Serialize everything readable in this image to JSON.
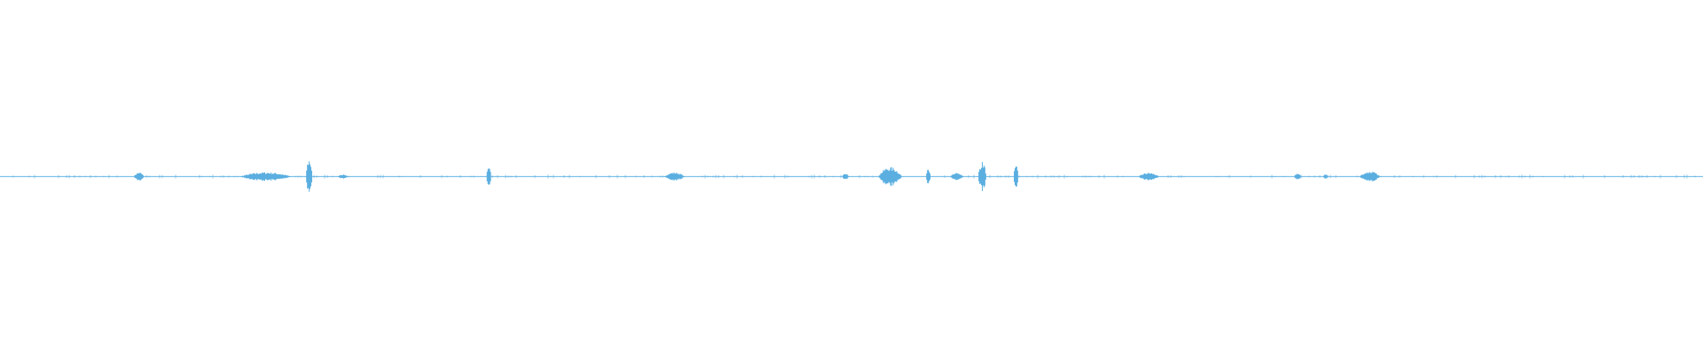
{
  "waveform": {
    "color": "#5aaee0",
    "baseline_color": "#7fc1ea",
    "bursts": [
      {
        "position": 0.1,
        "amplitude": 0.1,
        "duration": 0.006
      },
      {
        "position": 0.191,
        "amplitude": 0.1,
        "duration": 0.03
      },
      {
        "position": 0.2223,
        "amplitude": 0.42,
        "duration": 0.004
      },
      {
        "position": 0.2465,
        "amplitude": 0.05,
        "duration": 0.006
      },
      {
        "position": 0.3515,
        "amplitude": 0.2,
        "duration": 0.003
      },
      {
        "position": 0.485,
        "amplitude": 0.1,
        "duration": 0.012
      },
      {
        "position": 0.608,
        "amplitude": 0.08,
        "duration": 0.004
      },
      {
        "position": 0.7063,
        "amplitude": 0.34,
        "duration": 0.005
      },
      {
        "position": 0.826,
        "amplitude": 0.09,
        "duration": 0.012
      },
      {
        "position": 0.933,
        "amplitude": 0.08,
        "duration": 0.004
      },
      {
        "position": 0.953,
        "amplitude": 0.06,
        "duration": 0.003
      },
      {
        "position": 0.985,
        "amplitude": 0.12,
        "duration": 0.012
      },
      {
        "position": 0.98,
        "amplitude": 0.06,
        "duration": 0.004
      }
    ],
    "bursts_right": [
      {
        "position": 0.64,
        "amplitude": 0.22,
        "duration": 0.014
      },
      {
        "position": 0.6675,
        "amplitude": 0.22,
        "duration": 0.003
      },
      {
        "position": 0.688,
        "amplitude": 0.08,
        "duration": 0.008
      },
      {
        "position": 0.7305,
        "amplitude": 0.26,
        "duration": 0.003
      }
    ]
  }
}
